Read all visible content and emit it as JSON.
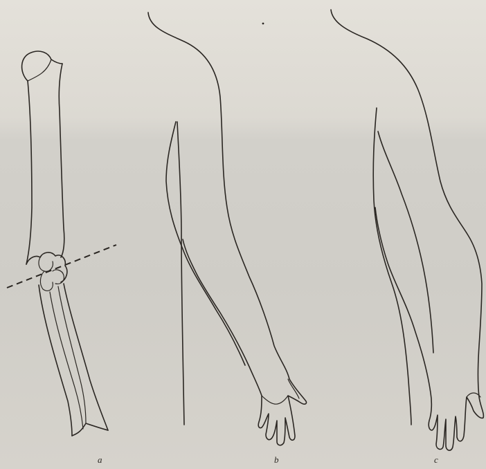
{
  "labels": {
    "a": "a",
    "b": "b",
    "c": "c"
  }
}
